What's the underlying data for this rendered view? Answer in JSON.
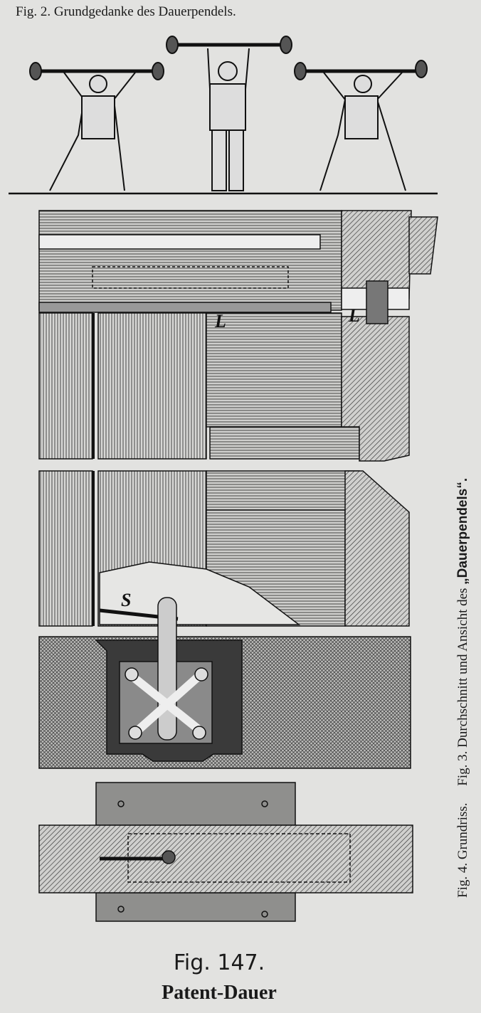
{
  "fig2_title": "Fig. 2.  Grundgedanke des Dauerpendels.",
  "side_caption": {
    "fig4": "Fig. 4.  Grundriss.",
    "fig3_prefix": "Fig. 3.  Durchschnitt und Ansicht des ",
    "fig3_name": "„Dauerpendels“."
  },
  "labels": {
    "l_left": "L",
    "l_right": "L",
    "s": "S"
  },
  "caption": {
    "figure_number": "Fig. 147.",
    "title": "Patent-Dauer"
  }
}
